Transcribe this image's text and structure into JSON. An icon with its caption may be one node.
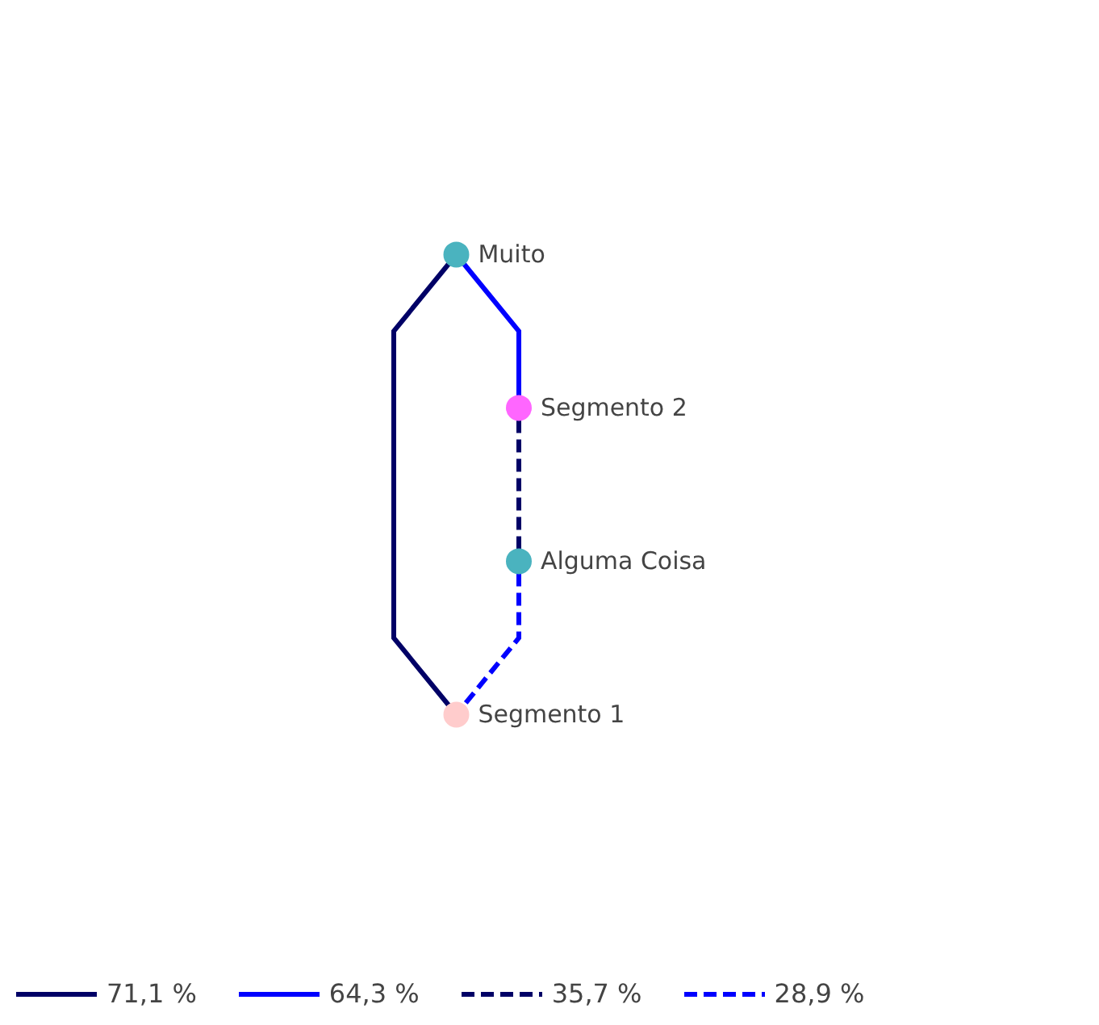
{
  "diagram": {
    "nodes": [
      {
        "text": [],
        "shape": "circle",
        "beside": [
          "Segmento 2"
        ]
      },
      {
        "text": [],
        "shape": "circle",
        "beside": [
          "Muito"
        ]
      },
      {
        "text": [],
        "shape": "circle",
        "beside": [
          "Segmento 1"
        ]
      },
      {
        "text": [],
        "shape": "circle",
        "beside": [
          "Alguma Coisa"
        ]
      }
    ],
    "edges": [
      {
        "from": 1,
        "to": 0,
        "arrow": "none",
        "color": "#0000ff"
      },
      {
        "from": 1,
        "to": 2,
        "arrow": "none",
        "color": "#000066"
      },
      {
        "from": 0,
        "to": 3,
        "arrow": "none",
        "style": "dashed",
        "color": "#000066"
      },
      {
        "from": 3,
        "to": 2,
        "arrow": "none",
        "style": "dashed",
        "color": "#0000ff"
      }
    ],
    "legend": [
      {
        "text": "71,1 %"
      },
      {
        "text": "64,3 %"
      },
      {
        "text": "35,7 %"
      },
      {
        "text": "28,9 %"
      }
    ]
  }
}
